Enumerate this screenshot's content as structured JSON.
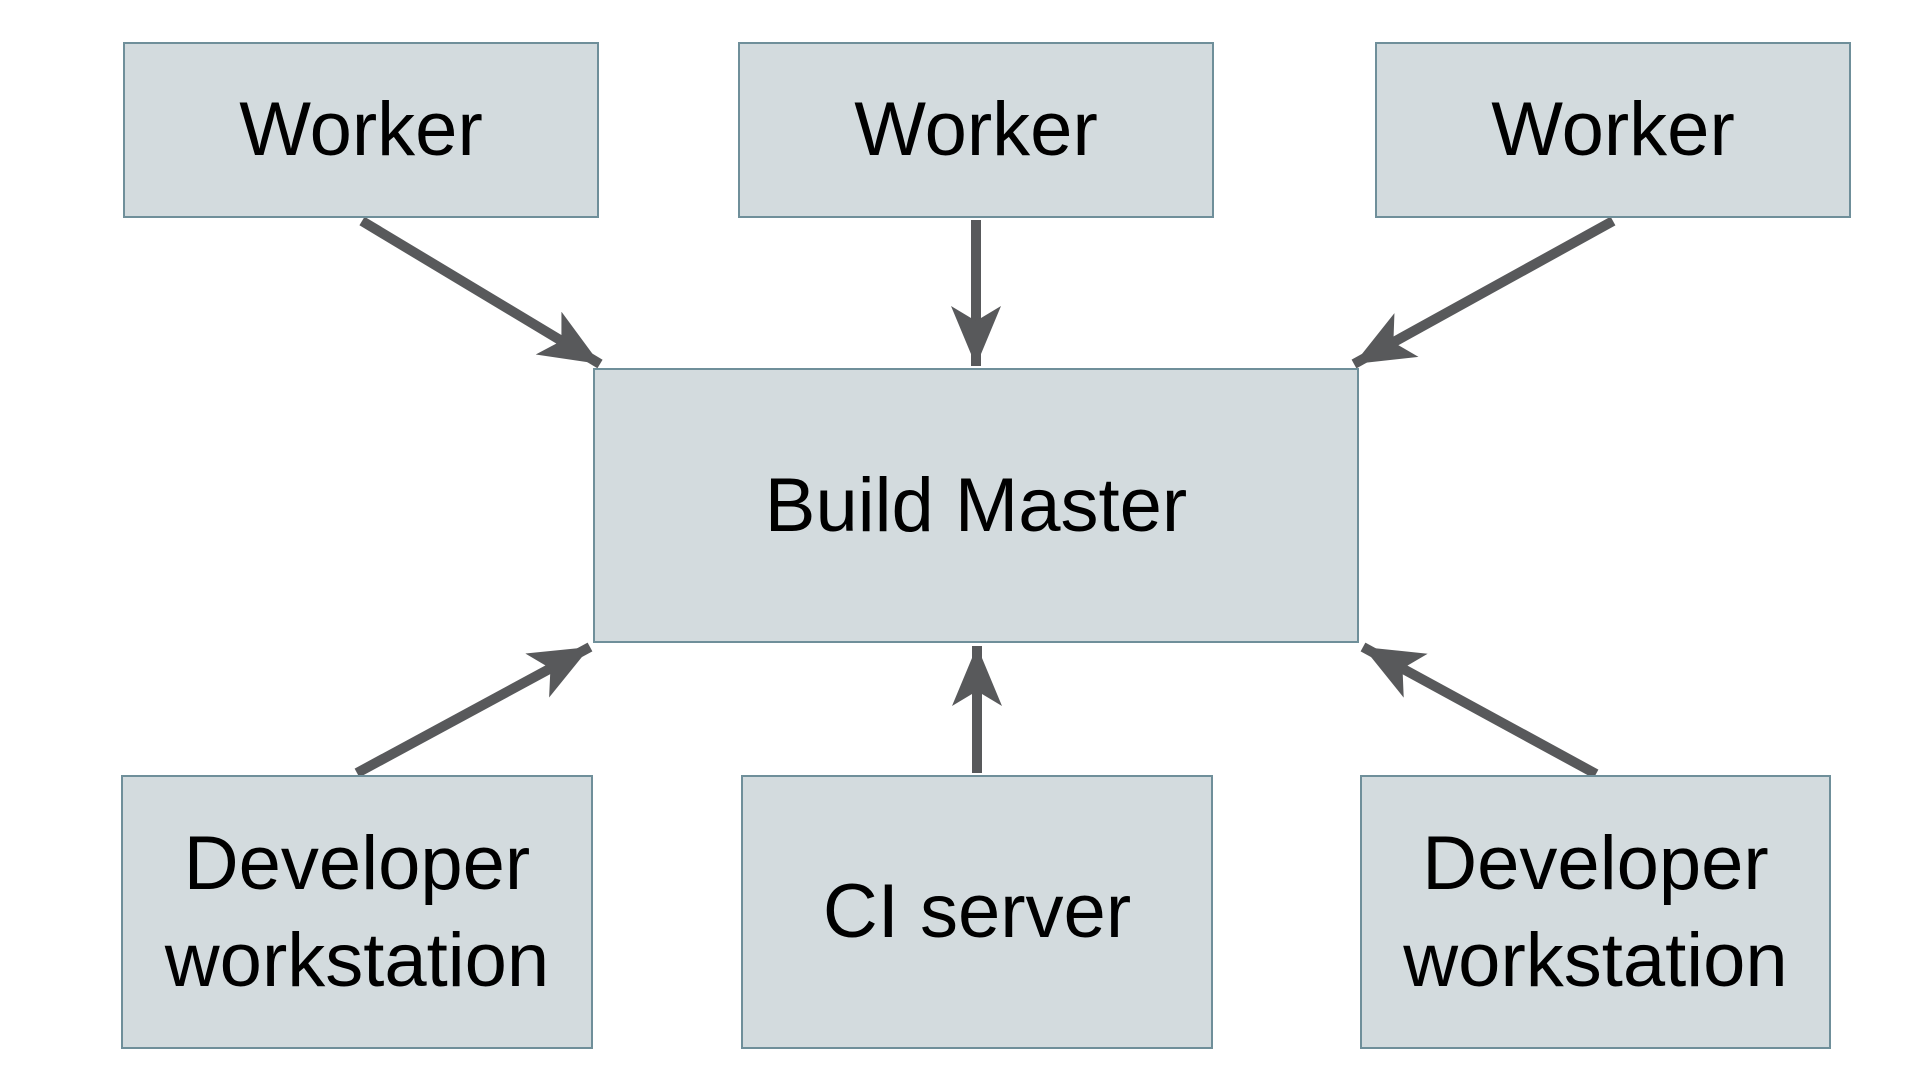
{
  "diagram": {
    "nodes": {
      "worker_1": {
        "label": "Worker"
      },
      "worker_2": {
        "label": "Worker"
      },
      "worker_3": {
        "label": "Worker"
      },
      "build_master": {
        "label": "Build Master"
      },
      "dev_workstation_left": {
        "label": "Developer workstation"
      },
      "ci_server": {
        "label": "CI server"
      },
      "dev_workstation_right": {
        "label": "Developer workstation"
      }
    },
    "edges": [
      {
        "from": "worker_1",
        "to": "build_master"
      },
      {
        "from": "worker_2",
        "to": "build_master"
      },
      {
        "from": "worker_3",
        "to": "build_master"
      },
      {
        "from": "dev_workstation_left",
        "to": "build_master"
      },
      {
        "from": "ci_server",
        "to": "build_master"
      },
      {
        "from": "dev_workstation_right",
        "to": "build_master"
      }
    ],
    "colors": {
      "background": "#ffffff",
      "node_fill": "#d3dbde",
      "node_border": "#6f8f9a",
      "arrow": "#58595b",
      "text": "#000000"
    }
  }
}
